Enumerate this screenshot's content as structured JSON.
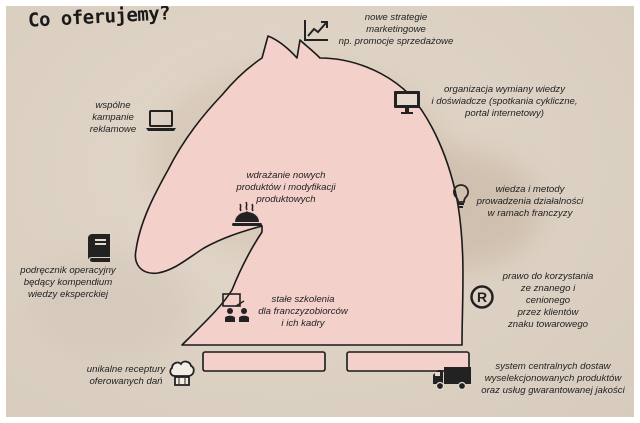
{
  "headline": "Co oferujemy?",
  "colors": {
    "knight_fill": "#f3d0c9",
    "knight_stroke": "#1a1a1a",
    "ink": "#222222",
    "background": "#ddd2c4"
  },
  "items": {
    "marketing": {
      "icon": "trend-chart-icon",
      "lines": [
        "nowe strategie",
        "marketingowe",
        "np. promocje sprzedażowe"
      ]
    },
    "campaigns": {
      "icon": "laptop-icon",
      "lines": [
        "wspólne",
        "kampanie",
        "reklamowe"
      ]
    },
    "exchange": {
      "icon": "monitor-icon",
      "lines": [
        "organizacja wymiany wiedzy",
        "i doświadcze (spotkania cykliczne,",
        "portal internetowy)"
      ]
    },
    "products": {
      "icon": "serving-cloche-icon",
      "lines": [
        "wdrażanie nowych",
        "produktów i modyfikacji",
        "produktowych"
      ]
    },
    "knowledge": {
      "icon": "lightbulb-icon",
      "lines": [
        "wiedza i metody",
        "prowadzenia działalności",
        "w ramach franczyzy"
      ]
    },
    "manual": {
      "icon": "book-icon",
      "lines": [
        "podręcznik operacyjny",
        "będący kompendium",
        "wiedzy eksperckiej"
      ]
    },
    "trademark": {
      "icon": "registered-icon",
      "lines": [
        "prawo do korzystania",
        "ze znanego i cenionego",
        "przez klientów",
        "znaku towarowego"
      ]
    },
    "training": {
      "icon": "training-icon",
      "lines": [
        "stałe szkolenia",
        "dla franczyzobiorców",
        "i ich kadry"
      ]
    },
    "recipes": {
      "icon": "chef-hat-icon",
      "lines": [
        "unikalne receptury",
        "oferowanych dań"
      ]
    },
    "supply": {
      "icon": "truck-icon",
      "lines": [
        "system centralnych dostaw",
        "wyselekcjonowanych produktów",
        "oraz usług gwarantowanej jakości"
      ]
    }
  }
}
